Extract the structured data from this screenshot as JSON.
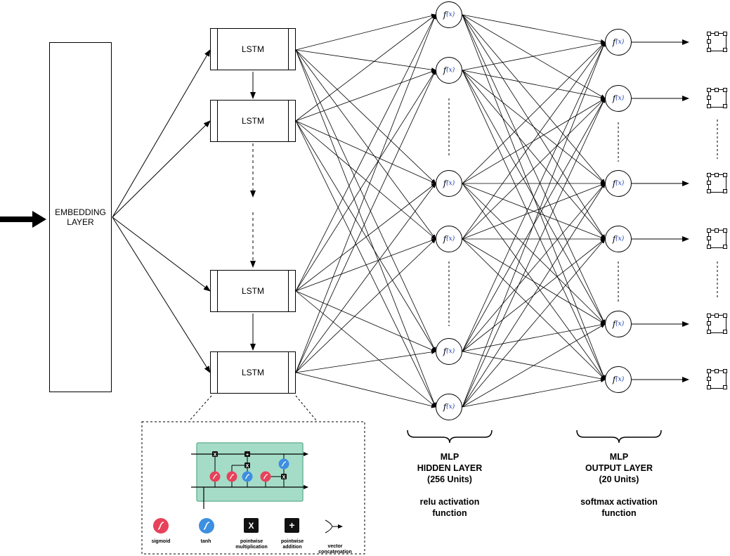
{
  "embedding": {
    "label_line1": "EMBEDDING",
    "label_line2": "LAYER"
  },
  "lstm": {
    "cells": [
      "LSTM",
      "LSTM",
      "LSTM",
      "LSTM"
    ]
  },
  "neuron": {
    "f": "f",
    "x": "(x)"
  },
  "hidden_layer": {
    "title1": "MLP",
    "title2": "HIDDEN LAYER",
    "units": "(256 Units)",
    "activation1": "relu activation",
    "activation2": "function"
  },
  "output_layer": {
    "title1": "MLP",
    "title2": "OUTPUT LAYER",
    "units": "(20 Units)",
    "activation1": "softmax activation",
    "activation2": "function"
  },
  "legend": {
    "sigmoid": "sigmoid",
    "tanh": "tanh",
    "pw_mult_1": "pointwise",
    "pw_mult_2": "multiplication",
    "pw_add_1": "pointwise",
    "pw_add_2": "addition",
    "concat_1": "vector",
    "concat_2": "concatenation",
    "x_symbol": "X",
    "plus_symbol": "+"
  },
  "colors": {
    "sigmoid": "#e8415a",
    "tanh": "#3d8fe0",
    "cell_bg": "#a5dcc8",
    "cell_border": "#6fb79c",
    "neuron_x": "#1a3fb0"
  }
}
